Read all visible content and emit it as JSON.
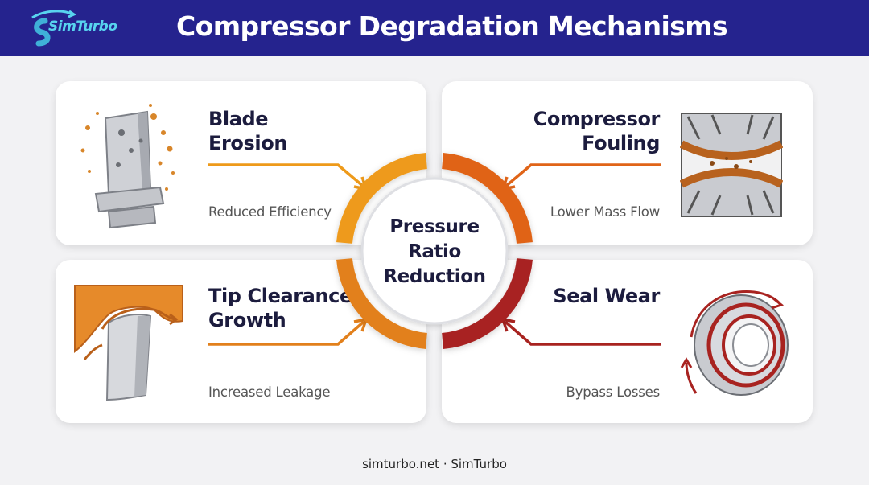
{
  "header": {
    "brand": "SimTurbo",
    "title": "Compressor Degradation Mechanisms"
  },
  "center": {
    "label": "Pressure\nRatio\nReduction"
  },
  "mechanisms": [
    {
      "name": "Blade\nErosion",
      "effect": "Reduced Efficiency",
      "icon": "eroded-blade-icon",
      "color": "#ee9a1a"
    },
    {
      "name": "Compressor\nFouling",
      "effect": "Lower Mass Flow",
      "icon": "fouled-passage-icon",
      "color": "#e06418"
    },
    {
      "name": "Tip Clearance\nGrowth",
      "effect": "Increased Leakage",
      "icon": "tip-clearance-icon",
      "color": "#e2801c"
    },
    {
      "name": "Seal Wear",
      "effect": "Bypass Losses",
      "icon": "worn-seal-icon",
      "color": "#a82320"
    }
  ],
  "footer": {
    "text": "simturbo.net · SimTurbo"
  },
  "colors": {
    "header_bg": "#25238e",
    "orange": "#ee9a1a",
    "dark_orange": "#e06418",
    "red": "#a82320"
  }
}
